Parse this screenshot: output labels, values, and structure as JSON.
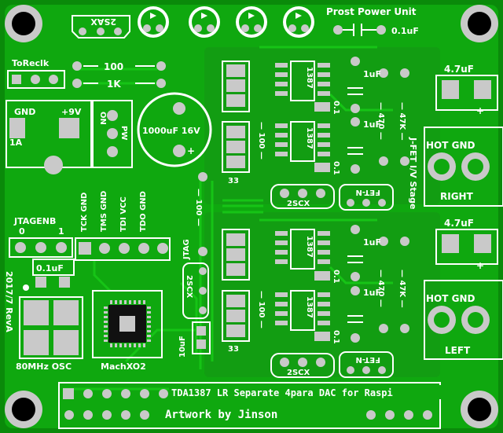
{
  "colors": {
    "board": "#0a8a0a",
    "copper": "#10c010",
    "trace": "#13b513",
    "pad": "#c9c9c9",
    "silk": "#ffffff",
    "hole": "#000000"
  },
  "labels": {
    "title_top": "Prost Power Unit",
    "cap_top": "0.1uF",
    "toreclk": "ToReclk",
    "r100": "100",
    "r1k": "1K",
    "gnd": "GND",
    "plus9v": "+9V",
    "one_a": "1A",
    "on": "ON",
    "pw": "PW",
    "bigcap": "1000uF 16V",
    "plus": "+",
    "jtag_pins": [
      "TCK GND",
      "TMS GND",
      "TDI VCC",
      "TDO GND"
    ],
    "jtagenb": "JTAGENB",
    "zero": "0",
    "one": "1",
    "cap01": "0.1uF",
    "jtag": "JTAG",
    "rev": "2017/7 RevA",
    "osc": "80MHz OSC",
    "machxo2": "MachXO2",
    "r33": "33",
    "tda": "1387",
    "r100v": "— 100 —",
    "r01": "0.1",
    "c1uf": "1uF",
    "r470": "— 470 —",
    "r47k": "— 47K —",
    "fet_n": "FET-N",
    "sscx": "2SCX",
    "sax": "2SAX",
    "cap47": "4.7uF",
    "hot_gnd": "HOT GND",
    "right": "RIGHT",
    "left": "LEFT",
    "jfet": "J-FET I/V Stage",
    "c10uf": "10uF",
    "title_bottom": "TDA1387 LR Separate 4para DAC for Raspi",
    "artwork": "Artwork by Jinson"
  }
}
